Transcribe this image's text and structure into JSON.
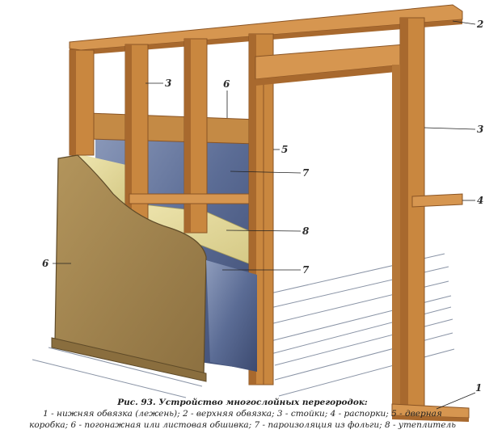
{
  "figure": {
    "caption_title": "Рис. 93. Устройство многослойных перегородок:",
    "legend_line1": "1 - нижняя обвязка (лежень); 2 - верхняя обвязка; 3 - стойки; 4 - распорки; 5 - дверная",
    "legend_line2": "коробка; 6 - погонажная или листовая обшивка; 7 - пароизоляция из фольги; 8 - утеплитель"
  },
  "callouts": [
    {
      "id": "top-plate",
      "text": "2"
    },
    {
      "id": "stud-left",
      "text": "3"
    },
    {
      "id": "cladding-top",
      "text": "6"
    },
    {
      "id": "stud-right",
      "text": "3"
    },
    {
      "id": "door-frame",
      "text": "5"
    },
    {
      "id": "foil-upper",
      "text": "7"
    },
    {
      "id": "brace",
      "text": "4"
    },
    {
      "id": "insulation",
      "text": "8"
    },
    {
      "id": "cladding-left",
      "text": "6"
    },
    {
      "id": "foil-lower",
      "text": "7"
    },
    {
      "id": "bottom-plate",
      "text": "1"
    }
  ],
  "colors": {
    "wood": "#c9873f",
    "wood_dark": "#8a5424",
    "wood_light": "#e0a862",
    "board": "#a88a52",
    "board_dark": "#7a6236",
    "foil": "#4b5c86",
    "foil_light": "#8e9cbc",
    "insulation": "#e3d99a",
    "floor_line": "#8a94a6"
  }
}
